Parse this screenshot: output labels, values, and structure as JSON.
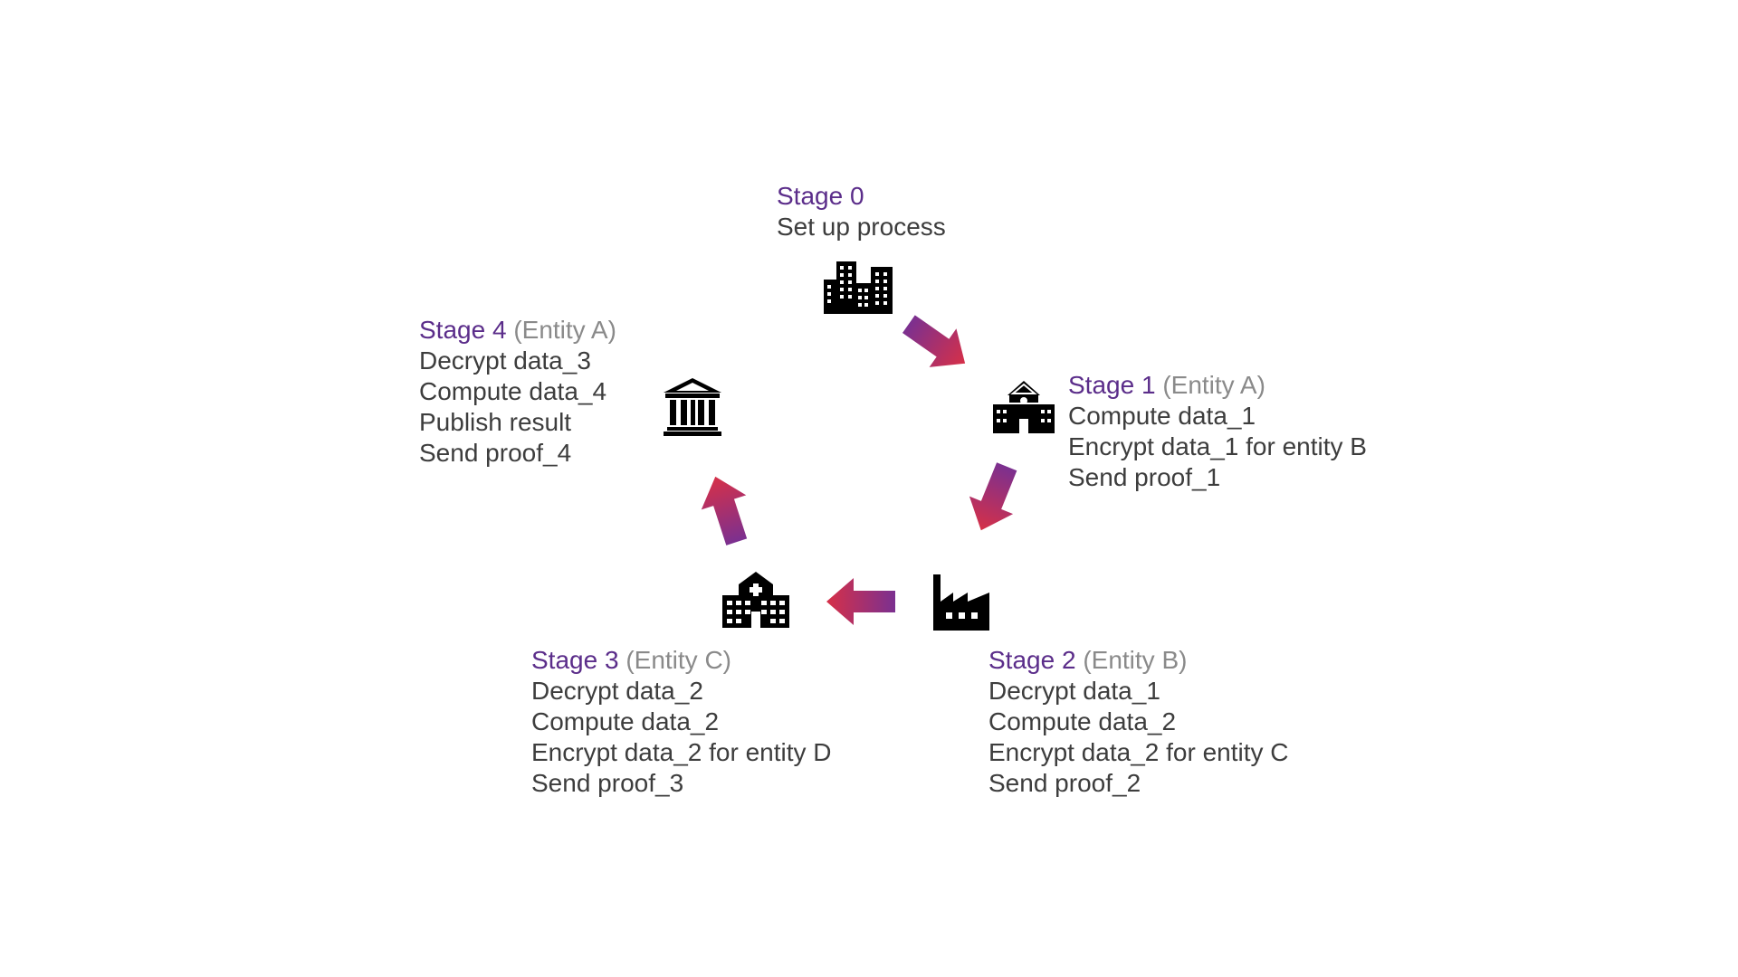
{
  "stages": [
    {
      "title": "Stage 0",
      "entity": "",
      "lines": [
        "Set up process"
      ],
      "icon": "city-buildings-icon"
    },
    {
      "title": "Stage 1",
      "entity": "(Entity A)",
      "lines": [
        "Compute data_1",
        "Encrypt data_1 for entity B",
        "Send proof_1"
      ],
      "icon": "school-icon"
    },
    {
      "title": "Stage 2",
      "entity": "(Entity B)",
      "lines": [
        "Decrypt data_1",
        "Compute data_2",
        "Encrypt data_2 for entity C",
        "Send proof_2"
      ],
      "icon": "factory-icon"
    },
    {
      "title": "Stage 3",
      "entity": "(Entity C)",
      "lines": [
        "Decrypt data_2",
        "Compute data_2",
        "Encrypt data_2 for entity D",
        "Send proof_3"
      ],
      "icon": "hospital-icon"
    },
    {
      "title": "Stage 4",
      "entity": "(Entity A)",
      "lines": [
        "Decrypt data_3",
        "Compute data_4",
        "Publish result",
        "Send proof_4"
      ],
      "icon": "bank-icon"
    }
  ],
  "colors": {
    "title": "#5b2d8a",
    "entity": "#8a8a8a",
    "body_text": "#3d3d3d",
    "arrow_start": "#7b3090",
    "arrow_end": "#d63048",
    "icon": "#000000"
  }
}
